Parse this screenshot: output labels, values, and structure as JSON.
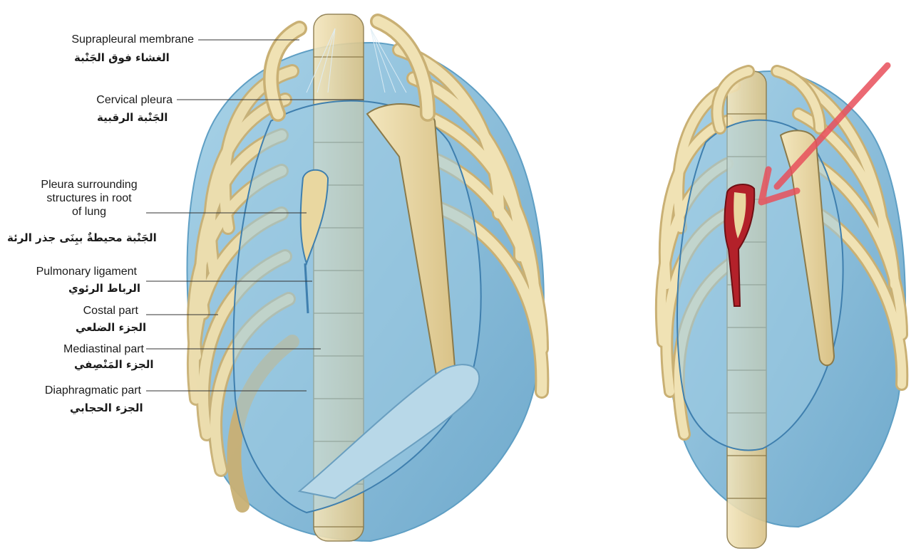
{
  "labels": [
    {
      "key": "suprapleural",
      "en": "Suprapleural membrane",
      "ar": "الغشاء فوق الجَنْبة"
    },
    {
      "key": "cervical",
      "en": "Cervical pleura",
      "ar": "الجَنْبة الرقبية"
    },
    {
      "key": "root",
      "en_lines": [
        "Pleura surrounding",
        "structures in root",
        "of lung"
      ],
      "ar": "الجَنْبة محيطةٌ ببِنَى جذر الرئة"
    },
    {
      "key": "pulmonary",
      "en": "Pulmonary ligament",
      "ar": "الرباط الرئوي"
    },
    {
      "key": "costal",
      "en": "Costal part",
      "ar": "الجزء الضلعي"
    },
    {
      "key": "mediastinal",
      "en": "Mediastinal part",
      "ar": "الجزء المَنْصِفي"
    },
    {
      "key": "diaphragmatic",
      "en": "Diaphragmatic part",
      "ar": "الجزء الحجابي"
    }
  ],
  "colors": {
    "pleura": "#8fc3dd",
    "pleura_dark": "#5f9fc4",
    "bone": "#e9d7a0",
    "bone_edge": "#8b7a4a",
    "highlight": "#b3212a",
    "arrow": "#e8505b",
    "leader": "#333333"
  }
}
